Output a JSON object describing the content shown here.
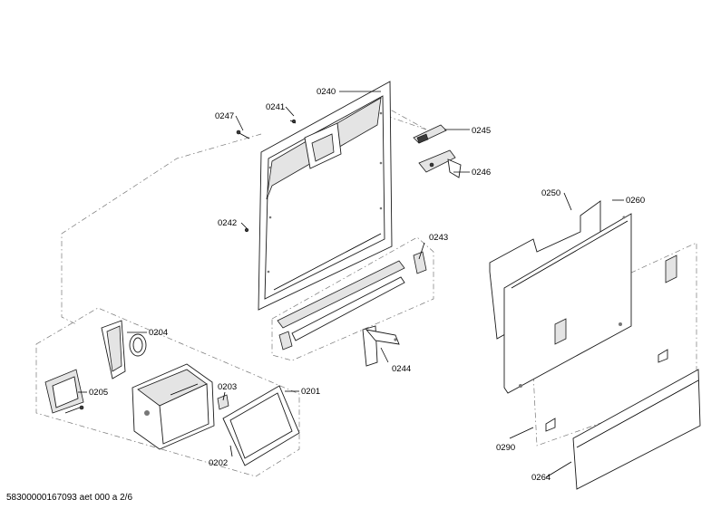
{
  "diagram": {
    "footer_code": "58300000167093 aet 000 a 2/6",
    "part_labels": {
      "p0240": "0240",
      "p0241": "0241",
      "p0247": "0247",
      "p0245": "0245",
      "p0246": "0246",
      "p0242": "0242",
      "p0243": "0243",
      "p0244": "0244",
      "p0250": "0250",
      "p0260": "0260",
      "p0204": "0204",
      "p0205": "0205",
      "p0203": "0203",
      "p0201": "0201",
      "p0202": "0202",
      "p0290": "0290",
      "p0264": "0264"
    }
  }
}
